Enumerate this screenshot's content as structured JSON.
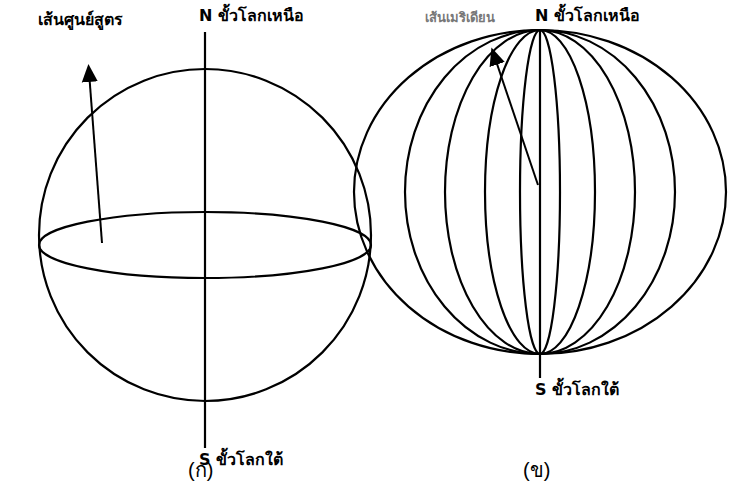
{
  "diagram": {
    "labels": [
      "เส้นศูนย์สูตร",
      "N ขั้วโลกเหนือ",
      "S ขั้วโลกใต้",
      "(ก)",
      "เส้นเมริเดียน",
      "N ขั้วโลกเหนือ",
      "S ขั้วโลกใต้",
      "(ข)"
    ]
  }
}
